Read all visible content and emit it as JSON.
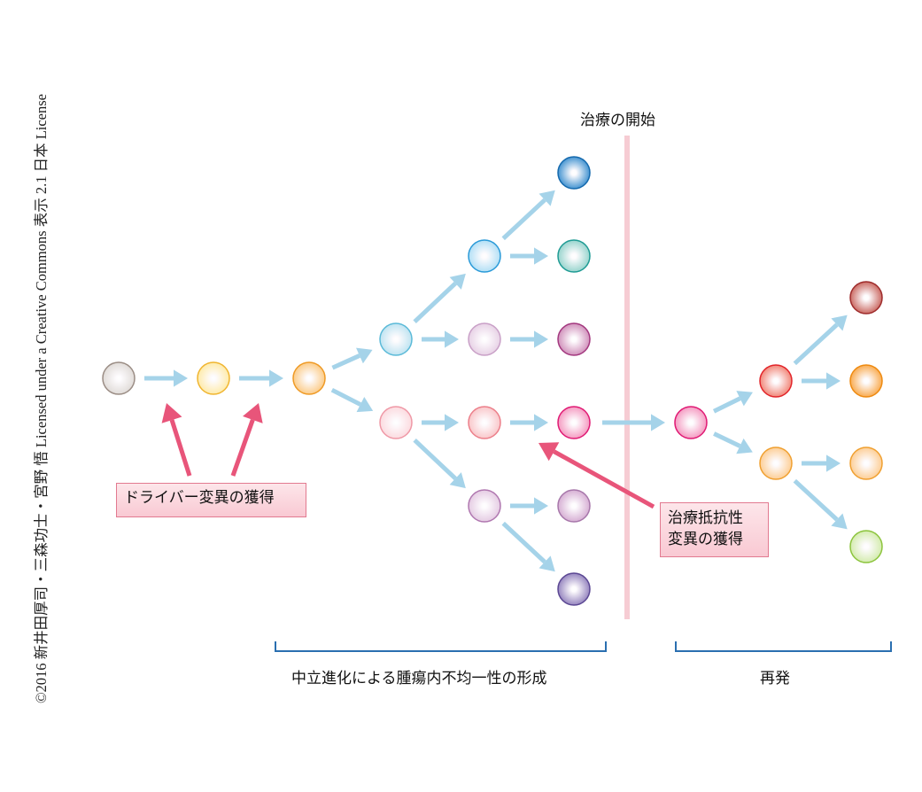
{
  "copyright": "©2016 新井田厚司・三森功士・宮野 悟 Licensed under a Creative Commons 表示 2.1 日本 License",
  "treatment_label": "治療の開始",
  "driver_label": "ドライバー変異の獲得",
  "resistance_label": [
    "治療抵抗性",
    "変異の獲得"
  ],
  "bracket_labels": {
    "heterogeneity": "中立進化による腫瘍内不均一性の形成",
    "relapse": "再発"
  },
  "colors": {
    "arrow": "#a5d3e9",
    "red_arrow": "#e8557a",
    "treatment_line": "#f6ccd3",
    "bracket": "#2a6fb0"
  },
  "nodes": [
    {
      "id": "n0",
      "fill": "#ddd8d4",
      "stroke": "#9b8d85"
    },
    {
      "id": "n1",
      "fill": "#ffe9a0",
      "stroke": "#f0b530"
    },
    {
      "id": "n2",
      "fill": "#fbc67a",
      "stroke": "#ef9a25"
    },
    {
      "id": "b1",
      "fill": "#b8e1f0",
      "stroke": "#5bbad8"
    },
    {
      "id": "b2",
      "fill": "#fcd7dc",
      "stroke": "#ef98a6"
    },
    {
      "id": "c1",
      "fill": "#a9dcf5",
      "stroke": "#2a9ad8"
    },
    {
      "id": "c2",
      "fill": "#e5cde3",
      "stroke": "#c9a0c7"
    },
    {
      "id": "c3",
      "fill": "#f9c1c4",
      "stroke": "#ec7f8a"
    },
    {
      "id": "c4",
      "fill": "#e2c6e0",
      "stroke": "#b078b0"
    },
    {
      "id": "d1",
      "fill": "#2f88cc",
      "stroke": "#1469ad"
    },
    {
      "id": "d2",
      "fill": "#8cd0c8",
      "stroke": "#1f9b94"
    },
    {
      "id": "d3",
      "fill": "#cc85b4",
      "stroke": "#a3387f"
    },
    {
      "id": "d4",
      "fill": "#f48fba",
      "stroke": "#e01a74"
    },
    {
      "id": "d5",
      "fill": "#d2a6cf",
      "stroke": "#a777aa"
    },
    {
      "id": "d6",
      "fill": "#8a78b8",
      "stroke": "#5b4793"
    },
    {
      "id": "r0",
      "fill": "#f48fba",
      "stroke": "#e01a74"
    },
    {
      "id": "r1",
      "fill": "#f07a6a",
      "stroke": "#e2242a"
    },
    {
      "id": "r2",
      "fill": "#fdc98a",
      "stroke": "#f0a030"
    },
    {
      "id": "s1",
      "fill": "#c55a52",
      "stroke": "#9e2b2b"
    },
    {
      "id": "s2",
      "fill": "#f9a33e",
      "stroke": "#ee8a10"
    },
    {
      "id": "s3",
      "fill": "#fdc98a",
      "stroke": "#f0a030"
    },
    {
      "id": "s4",
      "fill": "#cfeaa5",
      "stroke": "#8cc43d"
    }
  ]
}
